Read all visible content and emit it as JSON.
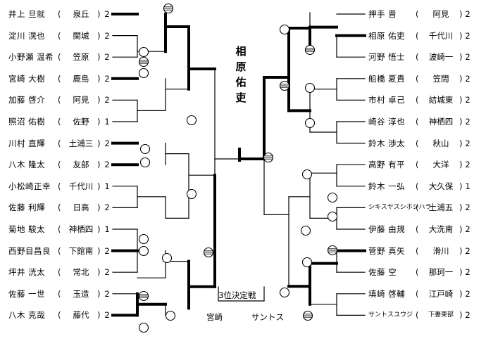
{
  "champion": {
    "chars": [
      "相",
      "原",
      "",
      "佑",
      "吏"
    ]
  },
  "third_place": {
    "title": "3位決定戦",
    "left": "宮崎",
    "right": "サントス"
  },
  "left_entries": [
    {
      "name": "井上 旦就",
      "school": "泉丘",
      "grade": "2"
    },
    {
      "name": "淀川 滉也",
      "school": "関城",
      "grade": "2"
    },
    {
      "name": "小野瀬 温希",
      "school": "笠原",
      "grade": "2"
    },
    {
      "name": "宮崎 大樹",
      "school": "鹿島",
      "grade": "2"
    },
    {
      "name": "加藤 啓介",
      "school": "阿見",
      "grade": "2"
    },
    {
      "name": "照沼 佑樹",
      "school": "佐野",
      "grade": "1"
    },
    {
      "name": "川村 直輝",
      "school": "土浦三",
      "grade": "2"
    },
    {
      "name": "八木 隆太",
      "school": "友部",
      "grade": "2"
    },
    {
      "name": "小松崎正幸",
      "school": "千代川",
      "grade": "1"
    },
    {
      "name": "佐藤 利輝",
      "school": "日高",
      "grade": "2"
    },
    {
      "name": "菊地 駿太",
      "school": "神栖四",
      "grade": "1"
    },
    {
      "name": "西野目昌良",
      "school": "下館南",
      "grade": "2"
    },
    {
      "name": "坪井 洸太",
      "school": "常北",
      "grade": "2"
    },
    {
      "name": "佐藤 一世",
      "school": "玉造",
      "grade": "2"
    },
    {
      "name": "八木 克哉",
      "school": "藤代",
      "grade": "2"
    }
  ],
  "right_entries": [
    {
      "name": "押手 晋",
      "school": "阿見",
      "grade": "2"
    },
    {
      "name": "相原 佑吏",
      "school": "千代川",
      "grade": "2"
    },
    {
      "name": "河野 悟士",
      "school": "波崎一",
      "grade": "2"
    },
    {
      "name": "船橋 夏貴",
      "school": "笠間",
      "grade": "2"
    },
    {
      "name": "市村 卓己",
      "school": "結城東",
      "grade": "2"
    },
    {
      "name": "崎谷 淳也",
      "school": "神栖四",
      "grade": "2"
    },
    {
      "name": "鈴木 渉太",
      "school": "秋山",
      "grade": "2"
    },
    {
      "name": "高野 有平",
      "school": "大洋",
      "grade": "2"
    },
    {
      "name": "鈴木 一弘",
      "school": "大久保",
      "grade": "1"
    },
    {
      "name": "シキスヤスシホシハラ",
      "school": "土浦五",
      "grade": "2"
    },
    {
      "name": "伊藤 由規",
      "school": "大洗南",
      "grade": "2"
    },
    {
      "name": "菅野 真矢",
      "school": "滑川",
      "grade": "2"
    },
    {
      "name": "佐藤 空",
      "school": "那珂一",
      "grade": "2"
    },
    {
      "name": "填崎 啓輔",
      "school": "江戸崎",
      "grade": "2"
    },
    {
      "name": "サントスユウジ",
      "school": "下妻東部",
      "grade": "2"
    }
  ]
}
